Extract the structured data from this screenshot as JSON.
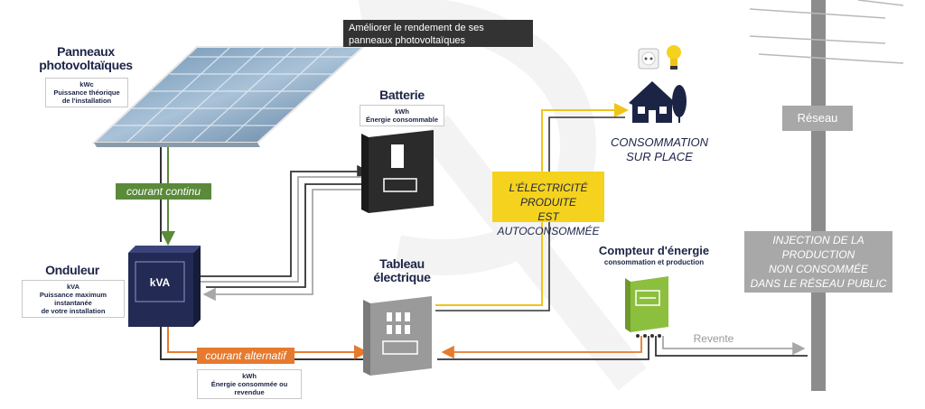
{
  "tooltip": {
    "text": "Améliorer le rendement de ses panneaux photovoltaïques"
  },
  "panels": {
    "title": "Panneaux photovoltaïques",
    "unit": "kWc",
    "desc_line1": "Puissance théorique",
    "desc_line2": "de l'installation"
  },
  "battery": {
    "title": "Batterie",
    "unit": "kWh",
    "desc": "Énergie consommable"
  },
  "consumption": {
    "line1": "CONSOMMATION",
    "line2": "SUR PLACE"
  },
  "network": {
    "label": "Réseau"
  },
  "injection": {
    "line1": "INJECTION DE LA PRODUCTION",
    "line2": "NON CONSOMMÉE",
    "line3": "DANS LE RÉSEAU PUBLIC"
  },
  "inverter": {
    "title": "Onduleur",
    "box_label": "kVA",
    "unit": "kVA",
    "desc_line1": "Puissance maximum instantanée",
    "desc_line2": "de votre installation"
  },
  "dc_tag": {
    "text": "courant continu"
  },
  "ac_tag": {
    "text": "courant alternatif"
  },
  "ac_info": {
    "unit": "kWh",
    "desc": "Énergie consommée ou revendue"
  },
  "panel_board": {
    "line1": "Tableau",
    "line2": "électrique"
  },
  "self_consumed": {
    "line1": "L'ÉLECTRICITÉ PRODUITE",
    "line2": "EST AUTOCONSOMMÉE"
  },
  "meter": {
    "title": "Compteur d'énergie",
    "subtitle": "consommation et production"
  },
  "resale": {
    "label": "Revente"
  },
  "colors": {
    "navy": "#1c2446",
    "green": "#5a8a3a",
    "orange": "#e67a2e",
    "yellow": "#f5d21d",
    "grey": "#a8a8a8",
    "meter_green": "#8dbf3f"
  }
}
